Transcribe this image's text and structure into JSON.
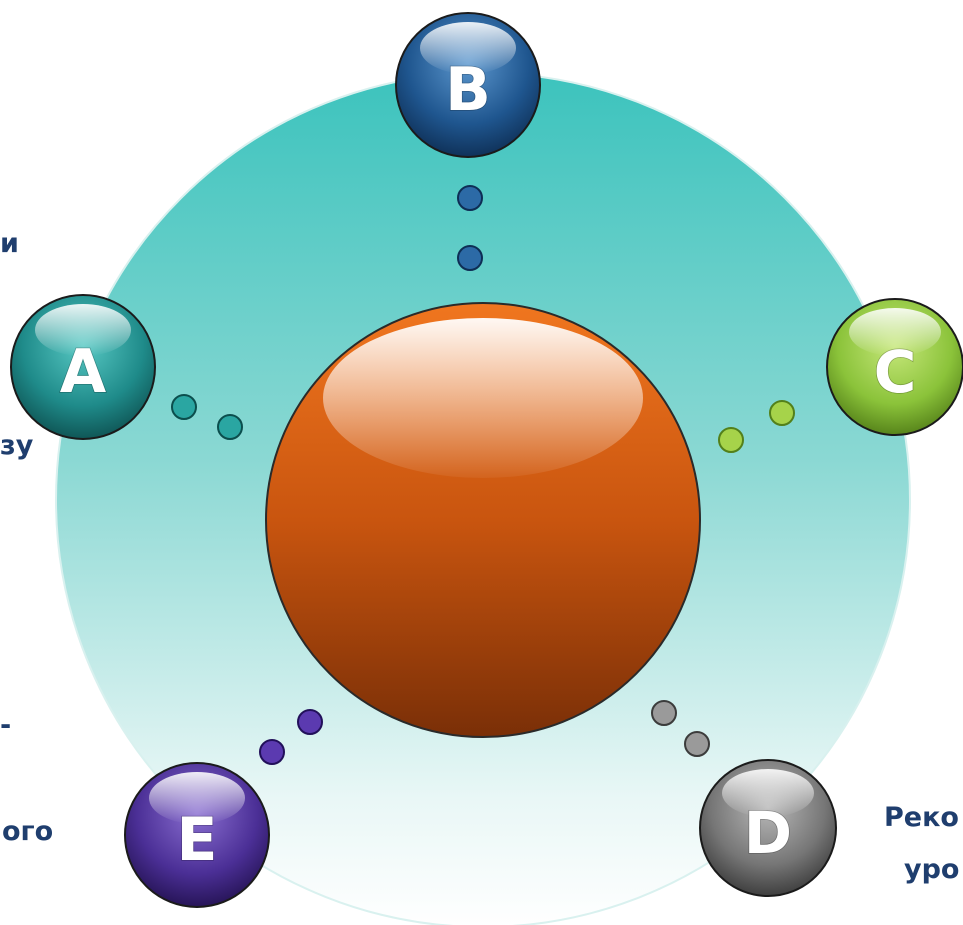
{
  "nodes": [
    {
      "id": "a",
      "label": "A",
      "color": "#2a9c9a"
    },
    {
      "id": "b",
      "label": "B",
      "color": "#255f97"
    },
    {
      "id": "c",
      "label": "C",
      "color": "#8ec43b"
    },
    {
      "id": "d",
      "label": "D",
      "color": "#7b7b7b"
    },
    {
      "id": "e",
      "label": "E",
      "color": "#4b2f96"
    }
  ],
  "center_sphere_color": "#d45f1a",
  "ring_color": "#4ec9c3",
  "side_text": {
    "left_1": "и",
    "left_2": "зу",
    "left_3": "-",
    "left_4": "ого",
    "right_1": "Реко",
    "right_2": "уро"
  }
}
